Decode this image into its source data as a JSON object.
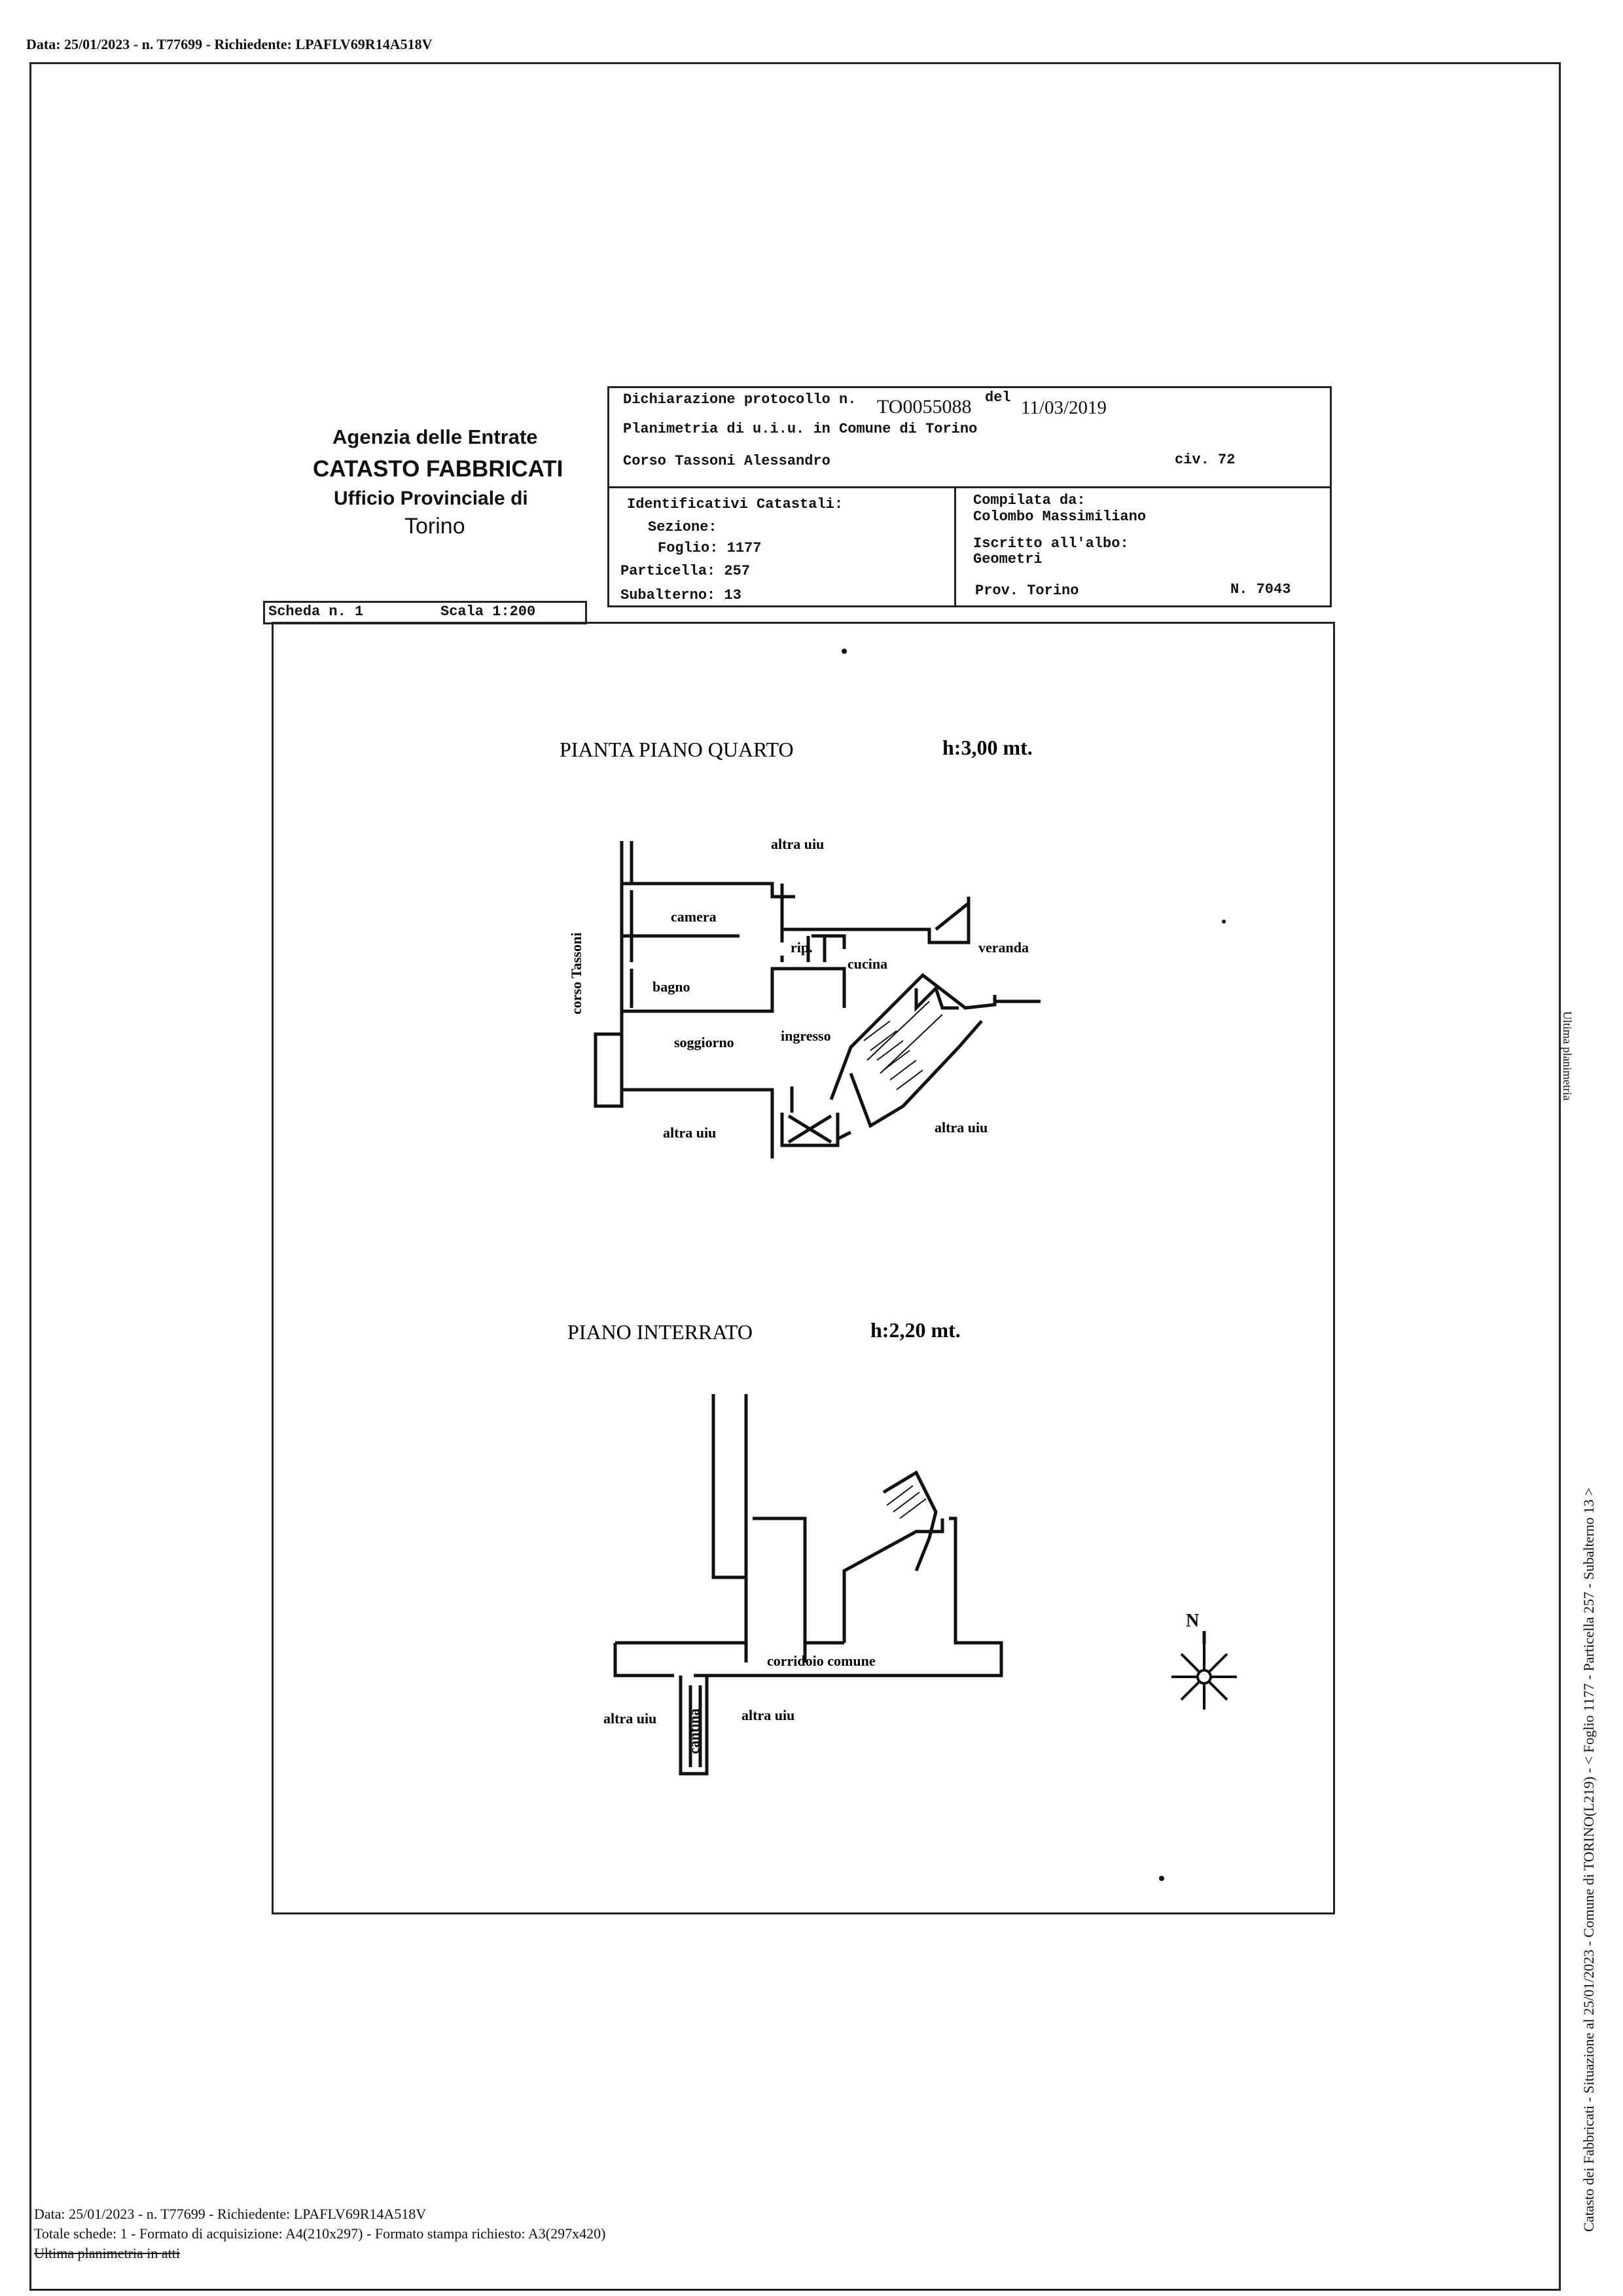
{
  "header": {
    "top_line": "Data: 25/01/2023 - n. T77699 - Richiedente: LPAFLV69R14A518V"
  },
  "agency": {
    "line1": "Agenzia delle Entrate",
    "line2": "CATASTO FABBRICATI",
    "line3": "Ufficio Provinciale di",
    "line4": "Torino"
  },
  "protocol": {
    "label": "Dichiarazione protocollo n.",
    "number": "TO0055088",
    "del_label": "del",
    "date": "11/03/2019",
    "planimetria": "Planimetria di u.i.u. in Comune di Torino",
    "address": "Corso Tassoni Alessandro",
    "civ": "civ. 72"
  },
  "catastali": {
    "title": "Identificativi Catastali:",
    "sezione": "Sezione:",
    "foglio": "Foglio: 1177",
    "particella": "Particella: 257",
    "subalterno": "Subalterno: 13"
  },
  "compilata": {
    "title": "Compilata da:",
    "name": "Colombo Massimiliano",
    "iscritto": "Iscritto all'albo:",
    "albo": "Geometri",
    "prov": "Prov. Torino",
    "numero": "N. 7043"
  },
  "scheda": {
    "scheda": "Scheda n. 1",
    "scala": "Scala 1:200"
  },
  "plan_upper": {
    "title": "PIANTA PIANO QUARTO",
    "height": "h:3,00 mt.",
    "rooms": {
      "altra_uiu_top": "altra uiu",
      "camera": "camera",
      "rip": "rip.",
      "cucina": "cucina",
      "veranda": "veranda",
      "bagno": "bagno",
      "corso_tassoni": "corso Tassoni",
      "soggiorno": "soggiorno",
      "ingresso": "ingresso",
      "altra_uiu_left": "altra uiu",
      "altra_uiu_right": "altra uiu"
    }
  },
  "plan_lower": {
    "title": "PIANO INTERRATO",
    "height": "h:2,20 mt.",
    "rooms": {
      "corridoio": "corridoio comune",
      "altra_uiu_left": "altra uiu",
      "cantina": "cantina",
      "altra_uiu_right": "altra uiu"
    }
  },
  "compass": {
    "north": "N"
  },
  "side": {
    "margin_note": "Ultima planimetria",
    "vertical_text": "Catasto dei Fabbricati - Situazione al 25/01/2023 - Comune di TORINO(L219) - < Foglio 1177 - Particella 257 - Subalterno 13 >"
  },
  "footer": {
    "line1": "Data: 25/01/2023 - n. T77699 - Richiedente: LPAFLV69R14A518V",
    "line2": "Totale schede: 1 - Formato di acquisizione: A4(210x297) - Formato stampa richiesto: A3(297x420)",
    "line3": "Ultima planimetria in atti"
  }
}
